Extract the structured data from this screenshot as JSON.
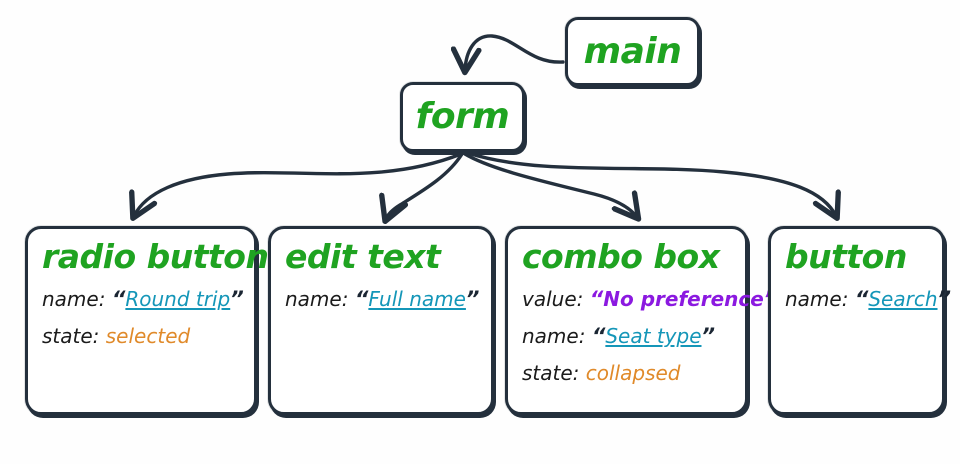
{
  "diagram": {
    "type": "accessibility-tree",
    "background_color": "#fefefe",
    "colors": {
      "node_title": "#1fa321",
      "border": "#24303d",
      "link_value": "#1496b8",
      "emphasis_value": "#8b19e0",
      "state_value": "#e08a2a",
      "label": "#1b1b1b"
    },
    "quote_open": "“",
    "quote_close": "”",
    "nodes": {
      "main": {
        "title": "main"
      },
      "form": {
        "title": "form"
      },
      "radio_button": {
        "title": "radio button",
        "props": [
          {
            "key": "name:",
            "value": "Round trip",
            "style": "link",
            "quoted": true
          },
          {
            "key": "state:",
            "value": "selected",
            "style": "state",
            "quoted": false
          }
        ]
      },
      "edit_text": {
        "title": "edit text",
        "props": [
          {
            "key": "name:",
            "value": "Full name",
            "style": "link",
            "quoted": true
          }
        ]
      },
      "combo_box": {
        "title": "combo box",
        "props": [
          {
            "key": "value:",
            "value": "No preference",
            "style": "emphasis",
            "quoted": true
          },
          {
            "key": "name:",
            "value": "Seat type",
            "style": "link",
            "quoted": true
          },
          {
            "key": "state:",
            "value": "collapsed",
            "style": "state",
            "quoted": false
          }
        ]
      },
      "button": {
        "title": "button",
        "props": [
          {
            "key": "name:",
            "value": "Search",
            "style": "link",
            "quoted": true
          }
        ]
      }
    },
    "edges": [
      {
        "from": "main",
        "to": "form"
      },
      {
        "from": "form",
        "to": "radio_button"
      },
      {
        "from": "form",
        "to": "edit_text"
      },
      {
        "from": "form",
        "to": "combo_box"
      },
      {
        "from": "form",
        "to": "button"
      }
    ]
  }
}
